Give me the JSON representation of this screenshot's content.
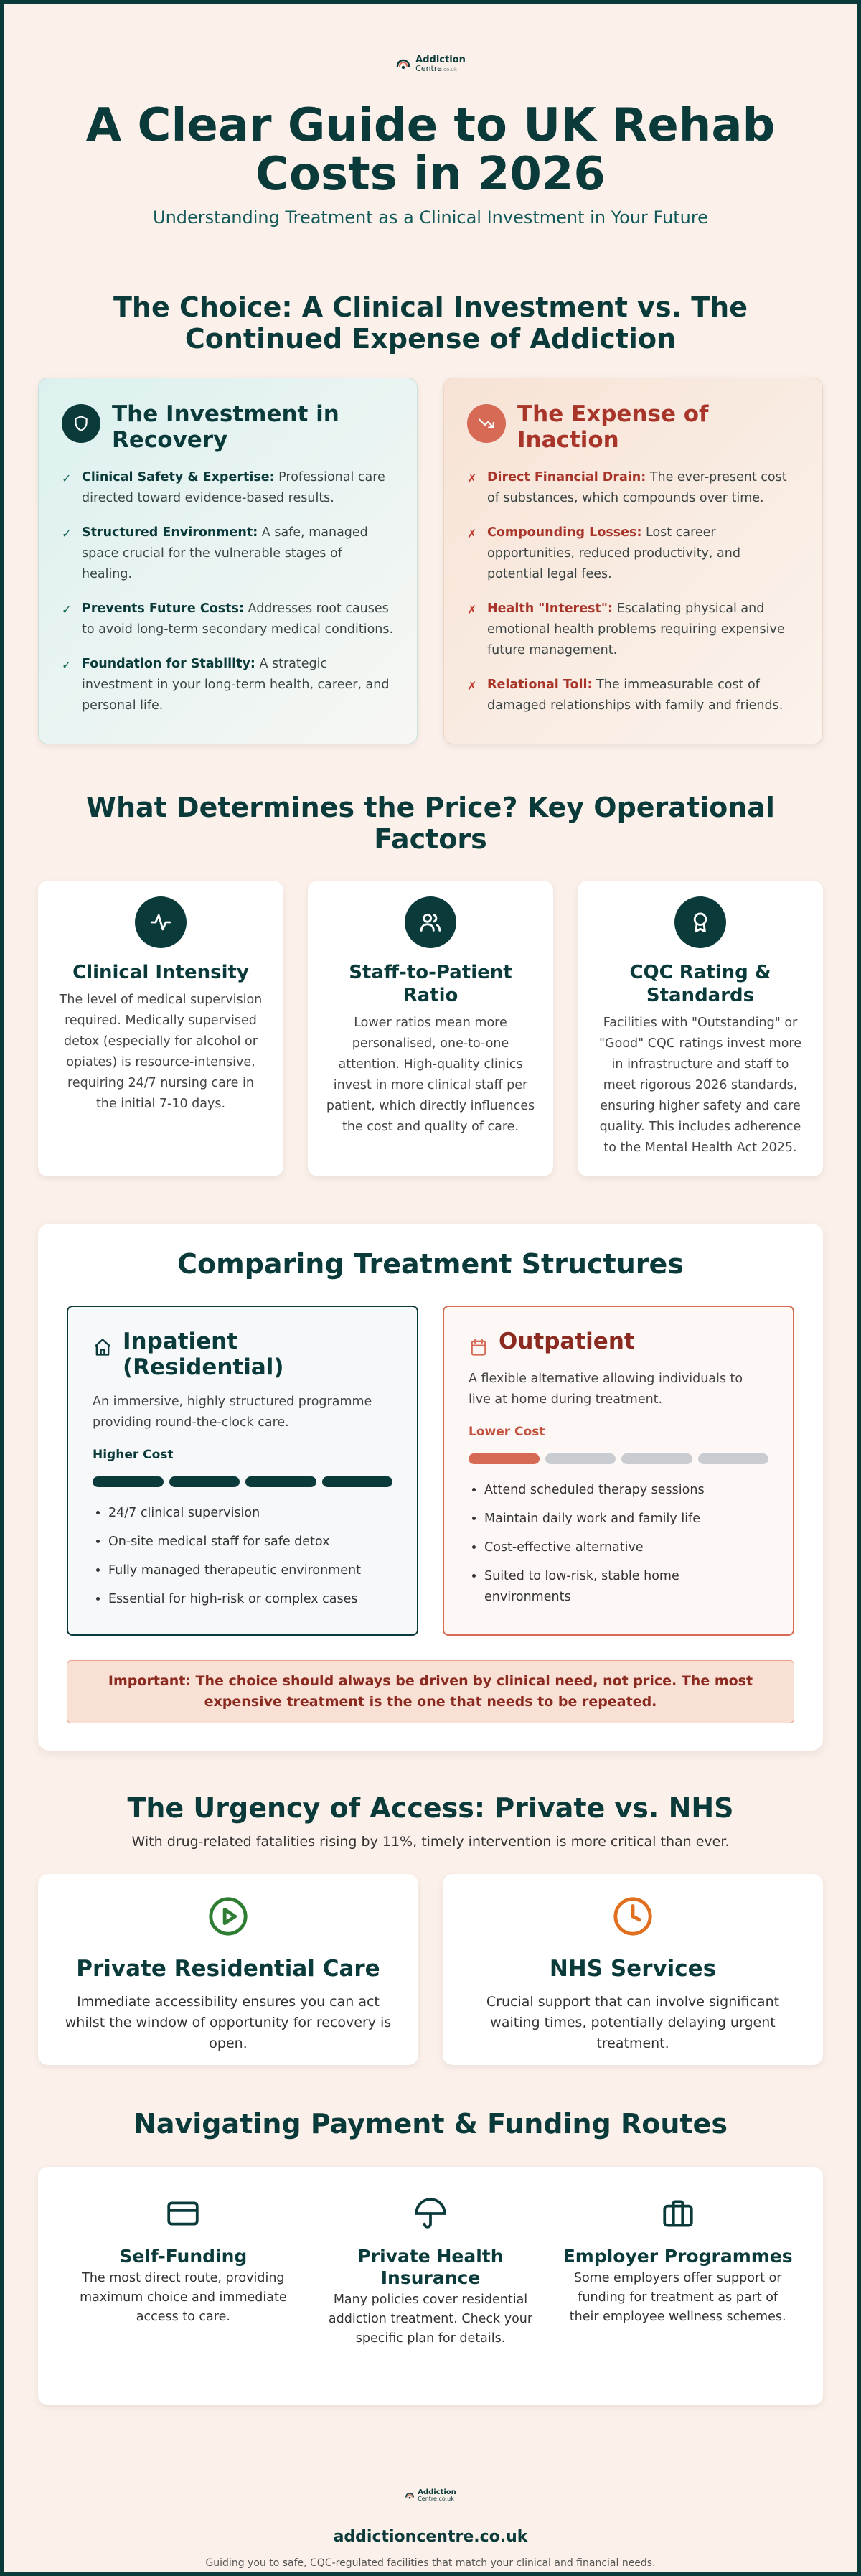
{
  "logo": {
    "line1": "Addiction",
    "line2": "Centre",
    "line2_suffix": ".co.uk"
  },
  "header": {
    "title": "A Clear Guide to UK Rehab Costs in 2026",
    "subtitle": "Understanding Treatment as a Clinical Investment in Your Future"
  },
  "choice": {
    "title": "The Choice: A Clinical Investment vs. The Continued Expense of Addiction",
    "investment": {
      "title": "The Investment in Recovery",
      "items": [
        {
          "bold": "Clinical Safety & Expertise:",
          "text": " Professional care directed toward evidence-based results."
        },
        {
          "bold": "Structured Environment:",
          "text": " A safe, managed space crucial for the vulnerable stages of healing."
        },
        {
          "bold": "Prevents Future Costs:",
          "text": " Addresses root causes to avoid long-term secondary medical conditions."
        },
        {
          "bold": "Foundation for Stability:",
          "text": " A strategic investment in your long-term health, career, and personal life."
        }
      ]
    },
    "expense": {
      "title": "The Expense of Inaction",
      "items": [
        {
          "bold": "Direct Financial Drain:",
          "text": " The ever-present cost of substances, which compounds over time."
        },
        {
          "bold": "Compounding Losses:",
          "text": " Lost career opportunities, reduced productivity, and potential legal fees."
        },
        {
          "bold": "Health \"Interest\":",
          "text": " Escalating physical and emotional health problems requiring expensive future management."
        },
        {
          "bold": "Relational Toll:",
          "text": " The immeasurable cost of damaged relationships with family and friends."
        }
      ]
    }
  },
  "factors": {
    "title": "What Determines the Price? Key Operational Factors",
    "items": [
      {
        "title": "Clinical Intensity",
        "text": "The level of medical supervision required. Medically supervised detox (especially for alcohol or opiates) is resource-intensive, requiring 24/7 nursing care in the initial 7-10 days."
      },
      {
        "title": "Staff-to-Patient Ratio",
        "text": "Lower ratios mean more personalised, one-to-one attention. High-quality clinics invest in more clinical staff per patient, which directly influences the cost and quality of care."
      },
      {
        "title": "CQC Rating & Standards",
        "text": "Facilities with \"Outstanding\" or \"Good\" CQC ratings invest more in infrastructure and staff to meet rigorous 2026 standards, ensuring higher safety and care quality. This includes adherence to the Mental Health Act 2025."
      }
    ]
  },
  "structures": {
    "title": "Comparing Treatment Structures",
    "inpatient": {
      "title": "Inpatient (Residential)",
      "desc": "An immersive, highly structured programme providing round-the-clock care.",
      "cost_label": "Higher Cost",
      "cost_level": 4,
      "cost_max": 4,
      "points": [
        "24/7 clinical supervision",
        "On-site medical staff for safe detox",
        "Fully managed therapeutic environment",
        "Essential for high-risk or complex cases"
      ]
    },
    "outpatient": {
      "title": "Outpatient",
      "desc": "A flexible alternative allowing individuals to live at home during treatment.",
      "cost_label": "Lower Cost",
      "cost_level": 1,
      "cost_max": 4,
      "points": [
        "Attend scheduled therapy sessions",
        "Maintain daily work and family life",
        "Cost-effective alternative",
        "Suited to low-risk, stable home environments"
      ]
    },
    "important": "Important: The choice should always be driven by clinical need, not price. The most expensive treatment is the one that needs to be repeated."
  },
  "urgency": {
    "title": "The Urgency of Access: Private vs. NHS",
    "note": "With drug-related fatalities rising by 11%, timely intervention is more critical than ever.",
    "private": {
      "title": "Private Residential Care",
      "text": "Immediate accessibility ensures you can act whilst the window of opportunity for recovery is open."
    },
    "nhs": {
      "title": "NHS Services",
      "text": "Crucial support that can involve significant waiting times, potentially delaying urgent treatment."
    }
  },
  "funding": {
    "title": "Navigating Payment & Funding Routes",
    "items": [
      {
        "title": "Self-Funding",
        "text": "The most direct route, providing maximum choice and immediate access to care."
      },
      {
        "title": "Private Health Insurance",
        "text": "Many policies cover residential addiction treatment. Check your specific plan for details."
      },
      {
        "title": "Employer Programmes",
        "text": "Some employers offer support or funding for treatment as part of their employee wellness schemes."
      }
    ]
  },
  "footer": {
    "site": "addictioncentre.co.uk",
    "tagline": "Guiding you to safe, CQC-regulated facilities that match your clinical and financial needs."
  },
  "colors": {
    "primary": "#0b3a3a",
    "accent": "#d66a55",
    "background": "#fcf1ea",
    "warning_text": "#8a2a20",
    "clock": "#e07020",
    "play": "#2e7d32"
  }
}
